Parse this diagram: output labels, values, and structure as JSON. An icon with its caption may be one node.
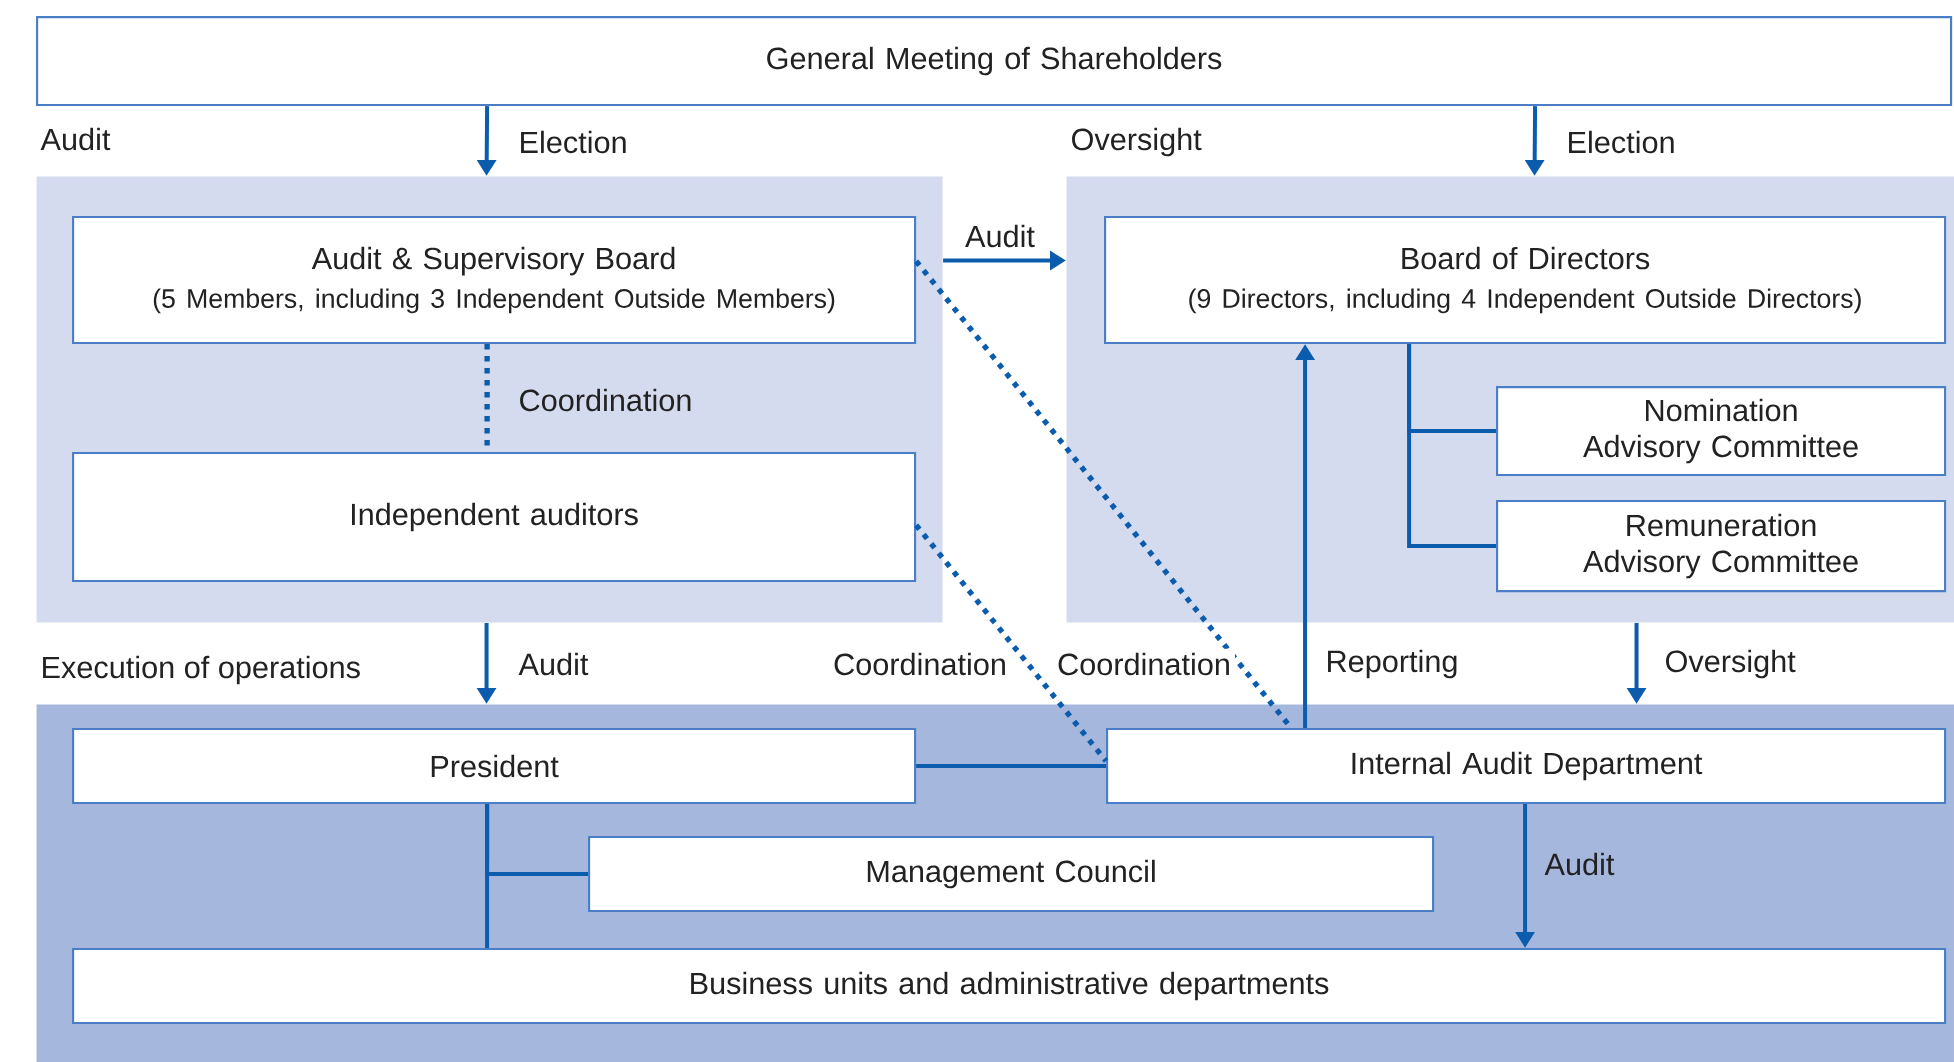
{
  "diagram": {
    "nodes": [
      {
        "text": [
          "General Meeting of Shareholders"
        ]
      },
      {
        "text": [
          "Audit"
        ]
      },
      {
        "text": [
          "Audit & Supervisory Board",
          "(5 Members, including 3 Independent Outside Members)"
        ],
        "in": 1
      },
      {
        "text": [
          "Independent auditors"
        ],
        "in": 1
      },
      {
        "text": [
          "Oversight"
        ]
      },
      {
        "text": [
          "Board of Directors",
          "(9 Directors, including 4 Independent Outside Directors)"
        ],
        "in": 4
      },
      {
        "text": [
          "Nomination Advisory Committee"
        ],
        "in": 4
      },
      {
        "text": [
          "Remuneration Advisory Committee"
        ],
        "in": 4
      },
      {
        "text": [
          "Execution of operations"
        ]
      },
      {
        "text": [
          "President"
        ],
        "in": 8
      },
      {
        "text": [
          "Internal Audit Department"
        ],
        "in": 8
      },
      {
        "text": [
          "Management Council"
        ],
        "in": 8
      },
      {
        "text": [
          "Business units and administrative departments"
        ],
        "in": 8
      }
    ],
    "edges": [
      {
        "from": 0,
        "to": 1,
        "arrow": "to",
        "label": "Election"
      },
      {
        "from": 0,
        "to": 4,
        "arrow": "to",
        "label": "Election"
      },
      {
        "from": 1,
        "to": 4,
        "arrow": "to",
        "label": "Audit"
      },
      {
        "from": 2,
        "to": 3,
        "arrow": "none",
        "style": "dashed",
        "label": "Coordination"
      },
      {
        "from": 2,
        "to": 10,
        "arrow": "none",
        "style": "dashed",
        "label": "Coordination"
      },
      {
        "from": 3,
        "to": 10,
        "arrow": "none",
        "style": "dashed",
        "label": "Coordination"
      },
      {
        "from": 10,
        "to": 5,
        "arrow": "to",
        "label": "Reporting"
      },
      {
        "from": 5,
        "to": 6,
        "arrow": "none"
      },
      {
        "from": 5,
        "to": 7,
        "arrow": "none"
      },
      {
        "from": 4,
        "to": 8,
        "arrow": "to",
        "label": "Oversight"
      },
      {
        "from": 1,
        "to": 8,
        "arrow": "to",
        "label": "Audit"
      },
      {
        "from": 9,
        "to": 10,
        "arrow": "none"
      },
      {
        "from": 9,
        "to": 11,
        "arrow": "none"
      },
      {
        "from": 9,
        "to": 12,
        "arrow": "none"
      },
      {
        "from": 10,
        "to": 12,
        "arrow": "to",
        "label": "Audit"
      }
    ]
  }
}
